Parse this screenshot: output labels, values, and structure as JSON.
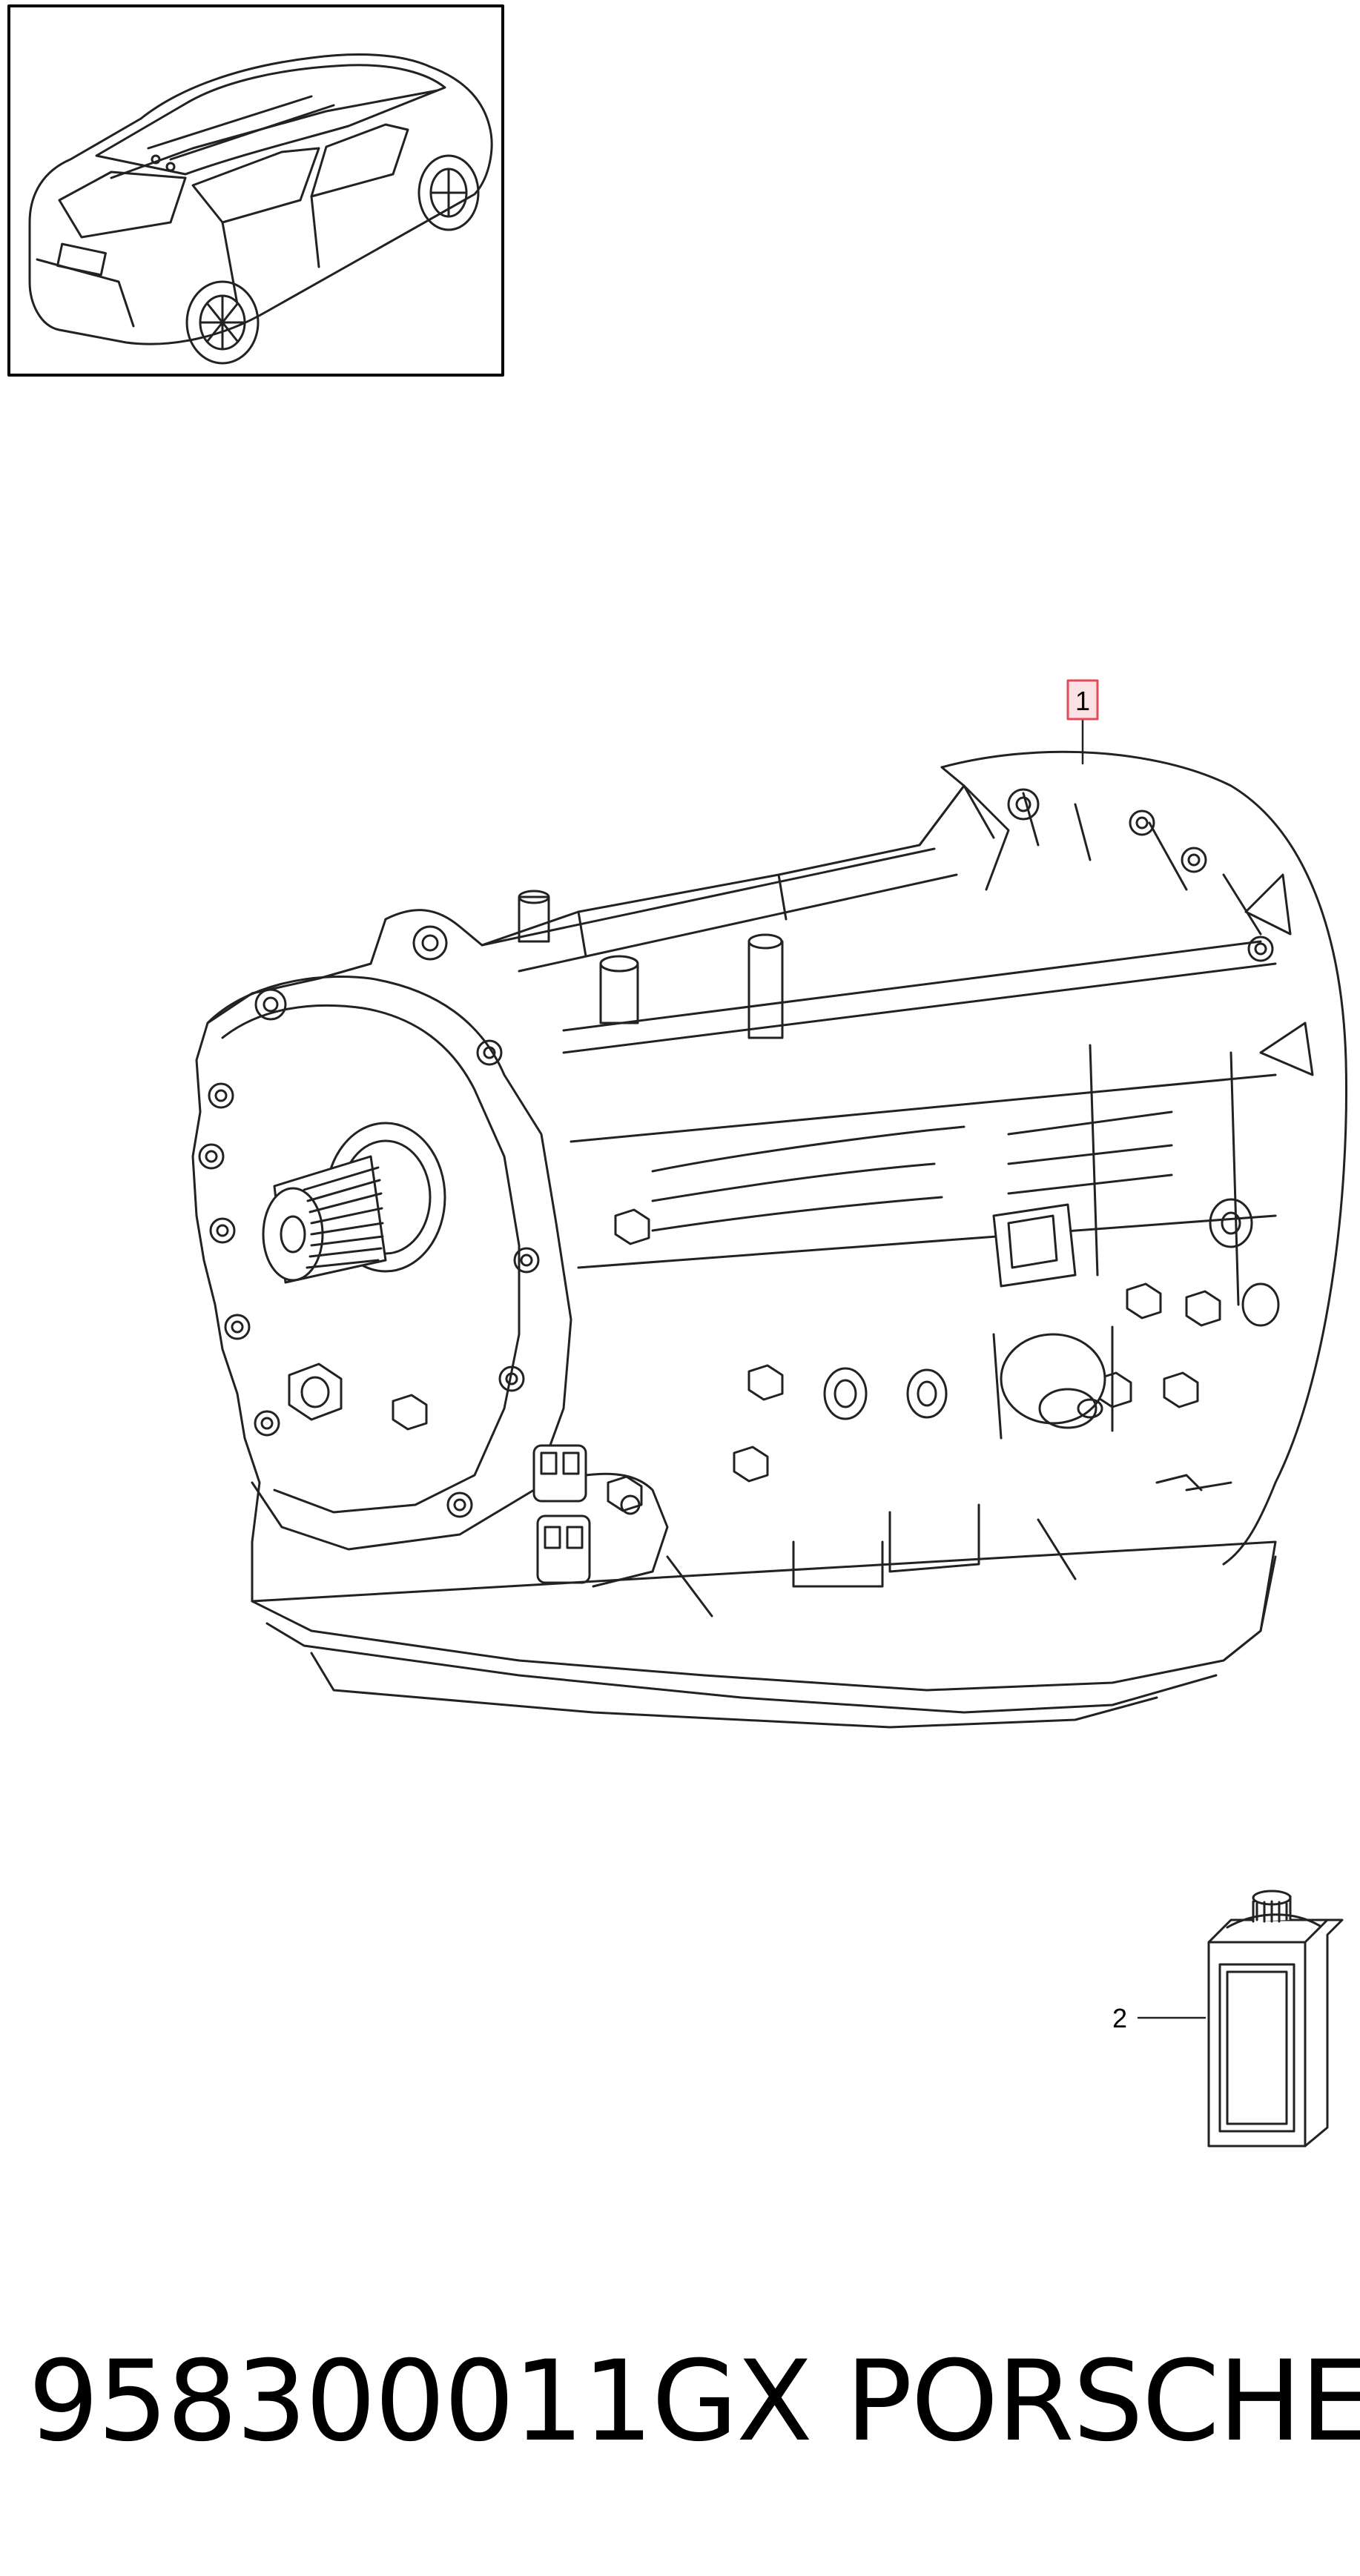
{
  "diagram": {
    "callouts": [
      {
        "id": "1",
        "label": "1",
        "highlight_color": "#e24a5a"
      },
      {
        "id": "2",
        "label": "2"
      }
    ],
    "parts": [
      "transmission-assembly",
      "fluid-bottle"
    ]
  },
  "footer": {
    "part_number": "958300011GX",
    "brand": "PORSCHE"
  },
  "colors": {
    "line": "#222222",
    "background": "#ffffff"
  }
}
